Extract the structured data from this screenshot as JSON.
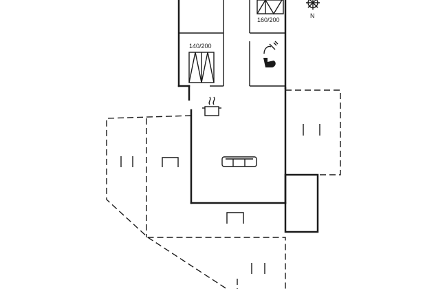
{
  "compass": {
    "label": "N",
    "icon": "compass-rose-icon"
  },
  "rooms": {
    "bedroom_1": {
      "bed_label": "160/200"
    },
    "bedroom_2": {
      "bed_label": "140/200"
    }
  },
  "icons": {
    "stove": "cooking-pot-icon",
    "toilet": "toilet-icon",
    "shower": "shower-head-icon",
    "sofa": "sofa-icon",
    "terrace_furniture": "garden-chair-icon"
  }
}
